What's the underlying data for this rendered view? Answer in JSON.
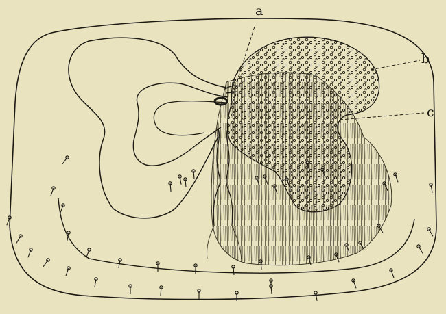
{
  "figure": {
    "labels": {
      "a": "a",
      "b": "b",
      "c": "c"
    },
    "colors": {
      "paper": "#eae3bf",
      "ink": "#1c1a14",
      "muscle": "#3a3628"
    }
  }
}
